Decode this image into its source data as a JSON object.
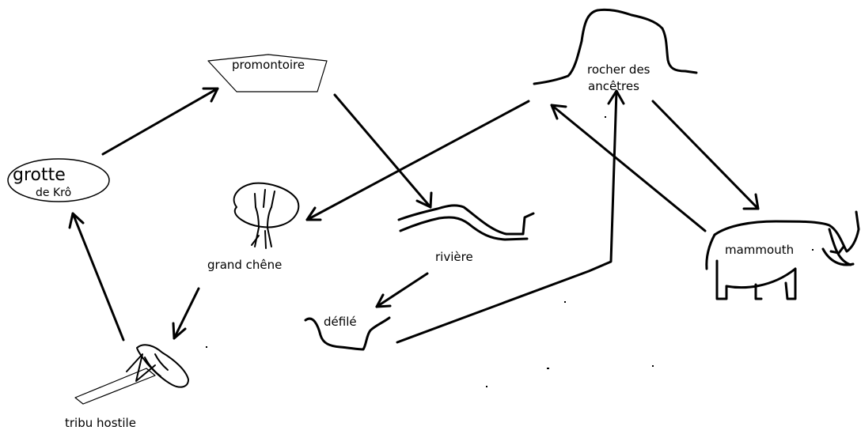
{
  "nodes": {
    "grotte_1": "grotte",
    "grotte_2": "de Krô",
    "promontoire": "promontoire",
    "rocher_1": "rocher des",
    "rocher_2": "ancêtres",
    "grand_chene": "grand chêne",
    "riviere": "rivière",
    "defile": "défilé",
    "mammouth": "mammouth",
    "tribu": "tribu hostile"
  },
  "edges": [
    {
      "from": "grotte de Krô",
      "to": "promontoire"
    },
    {
      "from": "promontoire",
      "to": "rivière"
    },
    {
      "from": "rivière",
      "to": "défilé"
    },
    {
      "from": "défilé",
      "to": "rocher des ancêtres"
    },
    {
      "from": "rocher des ancêtres",
      "to": "mammouth"
    },
    {
      "from": "mammouth",
      "to": "rocher des ancêtres"
    },
    {
      "from": "rocher des ancêtres",
      "to": "grand chêne"
    },
    {
      "from": "grand chêne",
      "to": "tribu hostile"
    },
    {
      "from": "tribu hostile",
      "to": "grotte de Krô"
    }
  ],
  "colors": {
    "ink": "#000000",
    "background": "#ffffff"
  }
}
